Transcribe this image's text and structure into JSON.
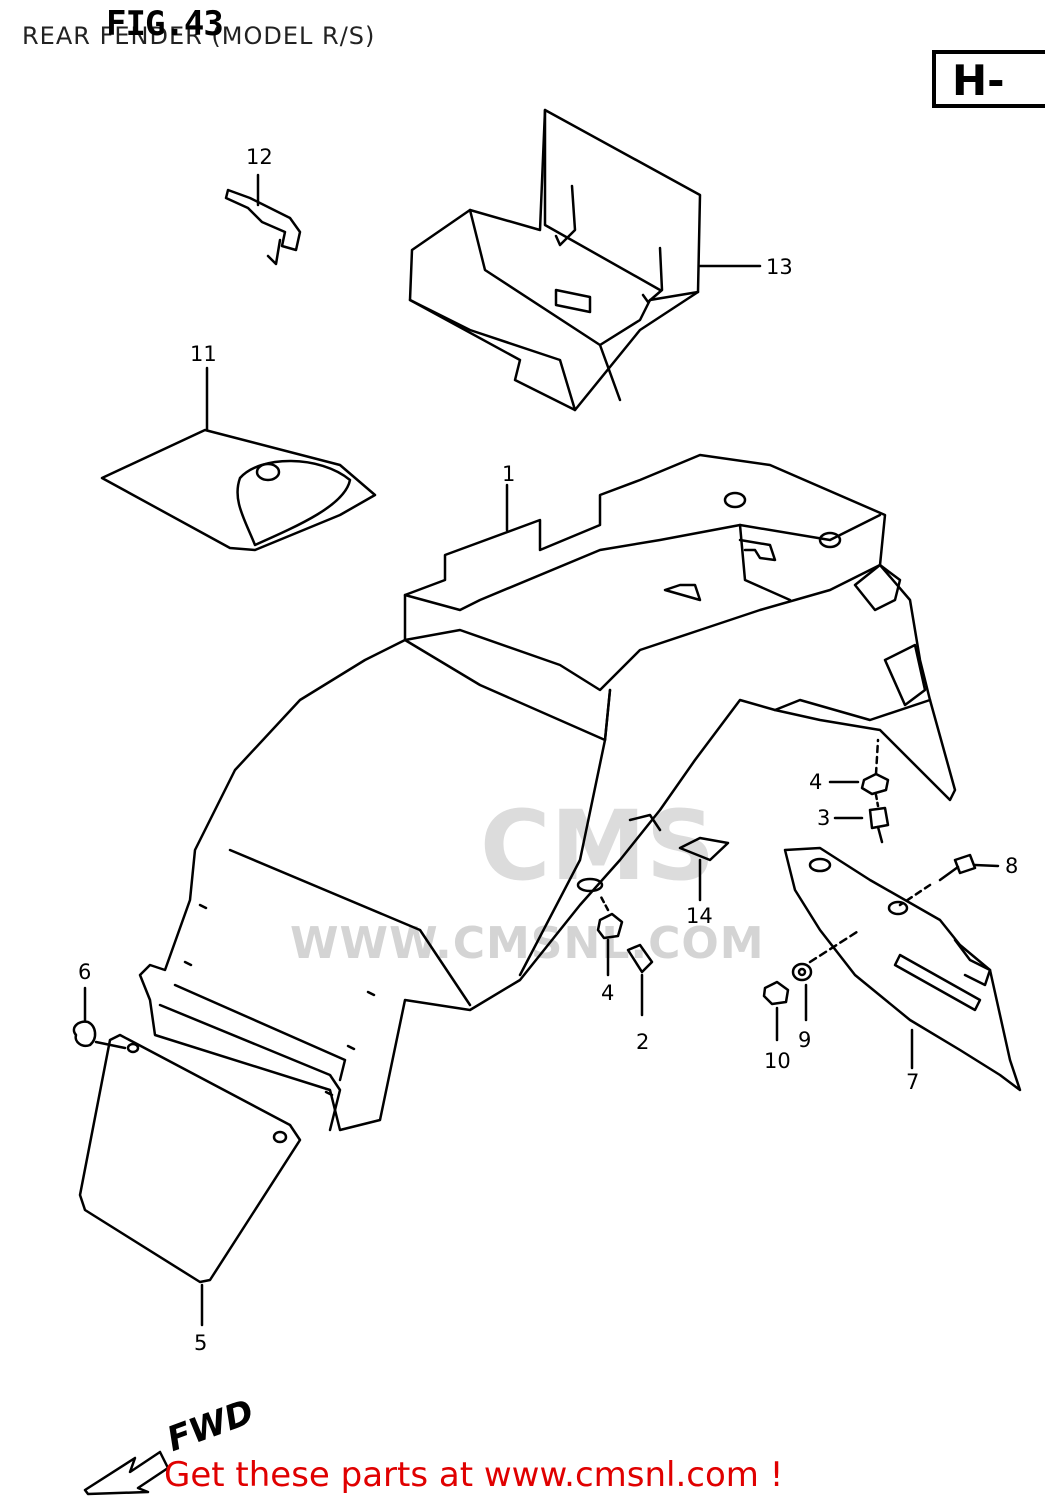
{
  "header": {
    "title": "REAR FENDER (MODEL R/S)",
    "figure": "FIG.43",
    "section_code": "H-"
  },
  "watermark": {
    "logo_text": "CMS",
    "url_text": "WWW.CMSNL.COM"
  },
  "direction_label": "FWD",
  "callouts": [
    {
      "id": "1",
      "label": "1"
    },
    {
      "id": "2",
      "label": "2"
    },
    {
      "id": "3",
      "label": "3"
    },
    {
      "id": "4a",
      "label": "4"
    },
    {
      "id": "4b",
      "label": "4"
    },
    {
      "id": "5",
      "label": "5"
    },
    {
      "id": "6",
      "label": "6"
    },
    {
      "id": "7",
      "label": "7"
    },
    {
      "id": "8",
      "label": "8"
    },
    {
      "id": "9",
      "label": "9"
    },
    {
      "id": "10",
      "label": "10"
    },
    {
      "id": "11",
      "label": "11"
    },
    {
      "id": "12",
      "label": "12"
    },
    {
      "id": "13",
      "label": "13"
    },
    {
      "id": "14",
      "label": "14"
    }
  ],
  "footer": {
    "link_text": "Get these parts at www.cmsnl.com !"
  }
}
